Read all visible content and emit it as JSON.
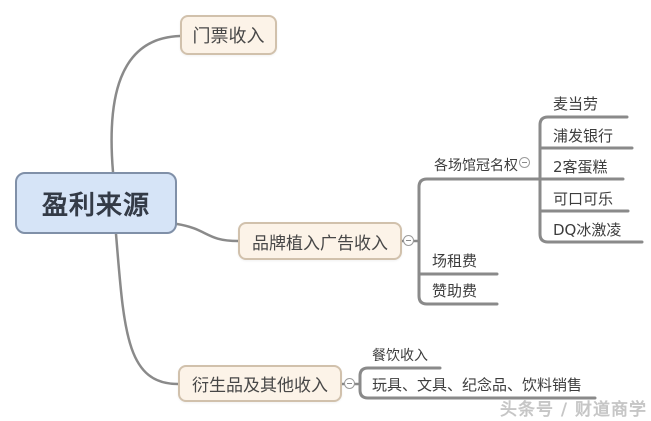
{
  "map": {
    "root": "盈利来源",
    "level1": [
      {
        "label": "门票收入"
      },
      {
        "label": "品牌植入广告收入"
      },
      {
        "label": "衍生品及其他收入"
      }
    ],
    "brand_children": {
      "venue_naming": "各场馆冠名权",
      "sponsors": [
        "麦当劳",
        "浦发银行",
        "2客蛋糕",
        "可口可乐",
        "DQ冰激凌"
      ],
      "venue_rental": "场租费",
      "sponsorship": "赞助费"
    },
    "derivative_children": {
      "catering": "餐饮收入",
      "merchandise": "玩具、文具、纪念品、饮料销售"
    },
    "watermark": "头条号 / 财道商学"
  },
  "colors": {
    "root_fill": "#d6e4f7",
    "root_border": "#8090a8",
    "branch_fill": "#fcf3e8",
    "branch_border": "#d1c1ac",
    "connector_line": "#8a8a8a",
    "node_text": "#3d3d3d",
    "watermark_text": "#c6c6c6"
  }
}
